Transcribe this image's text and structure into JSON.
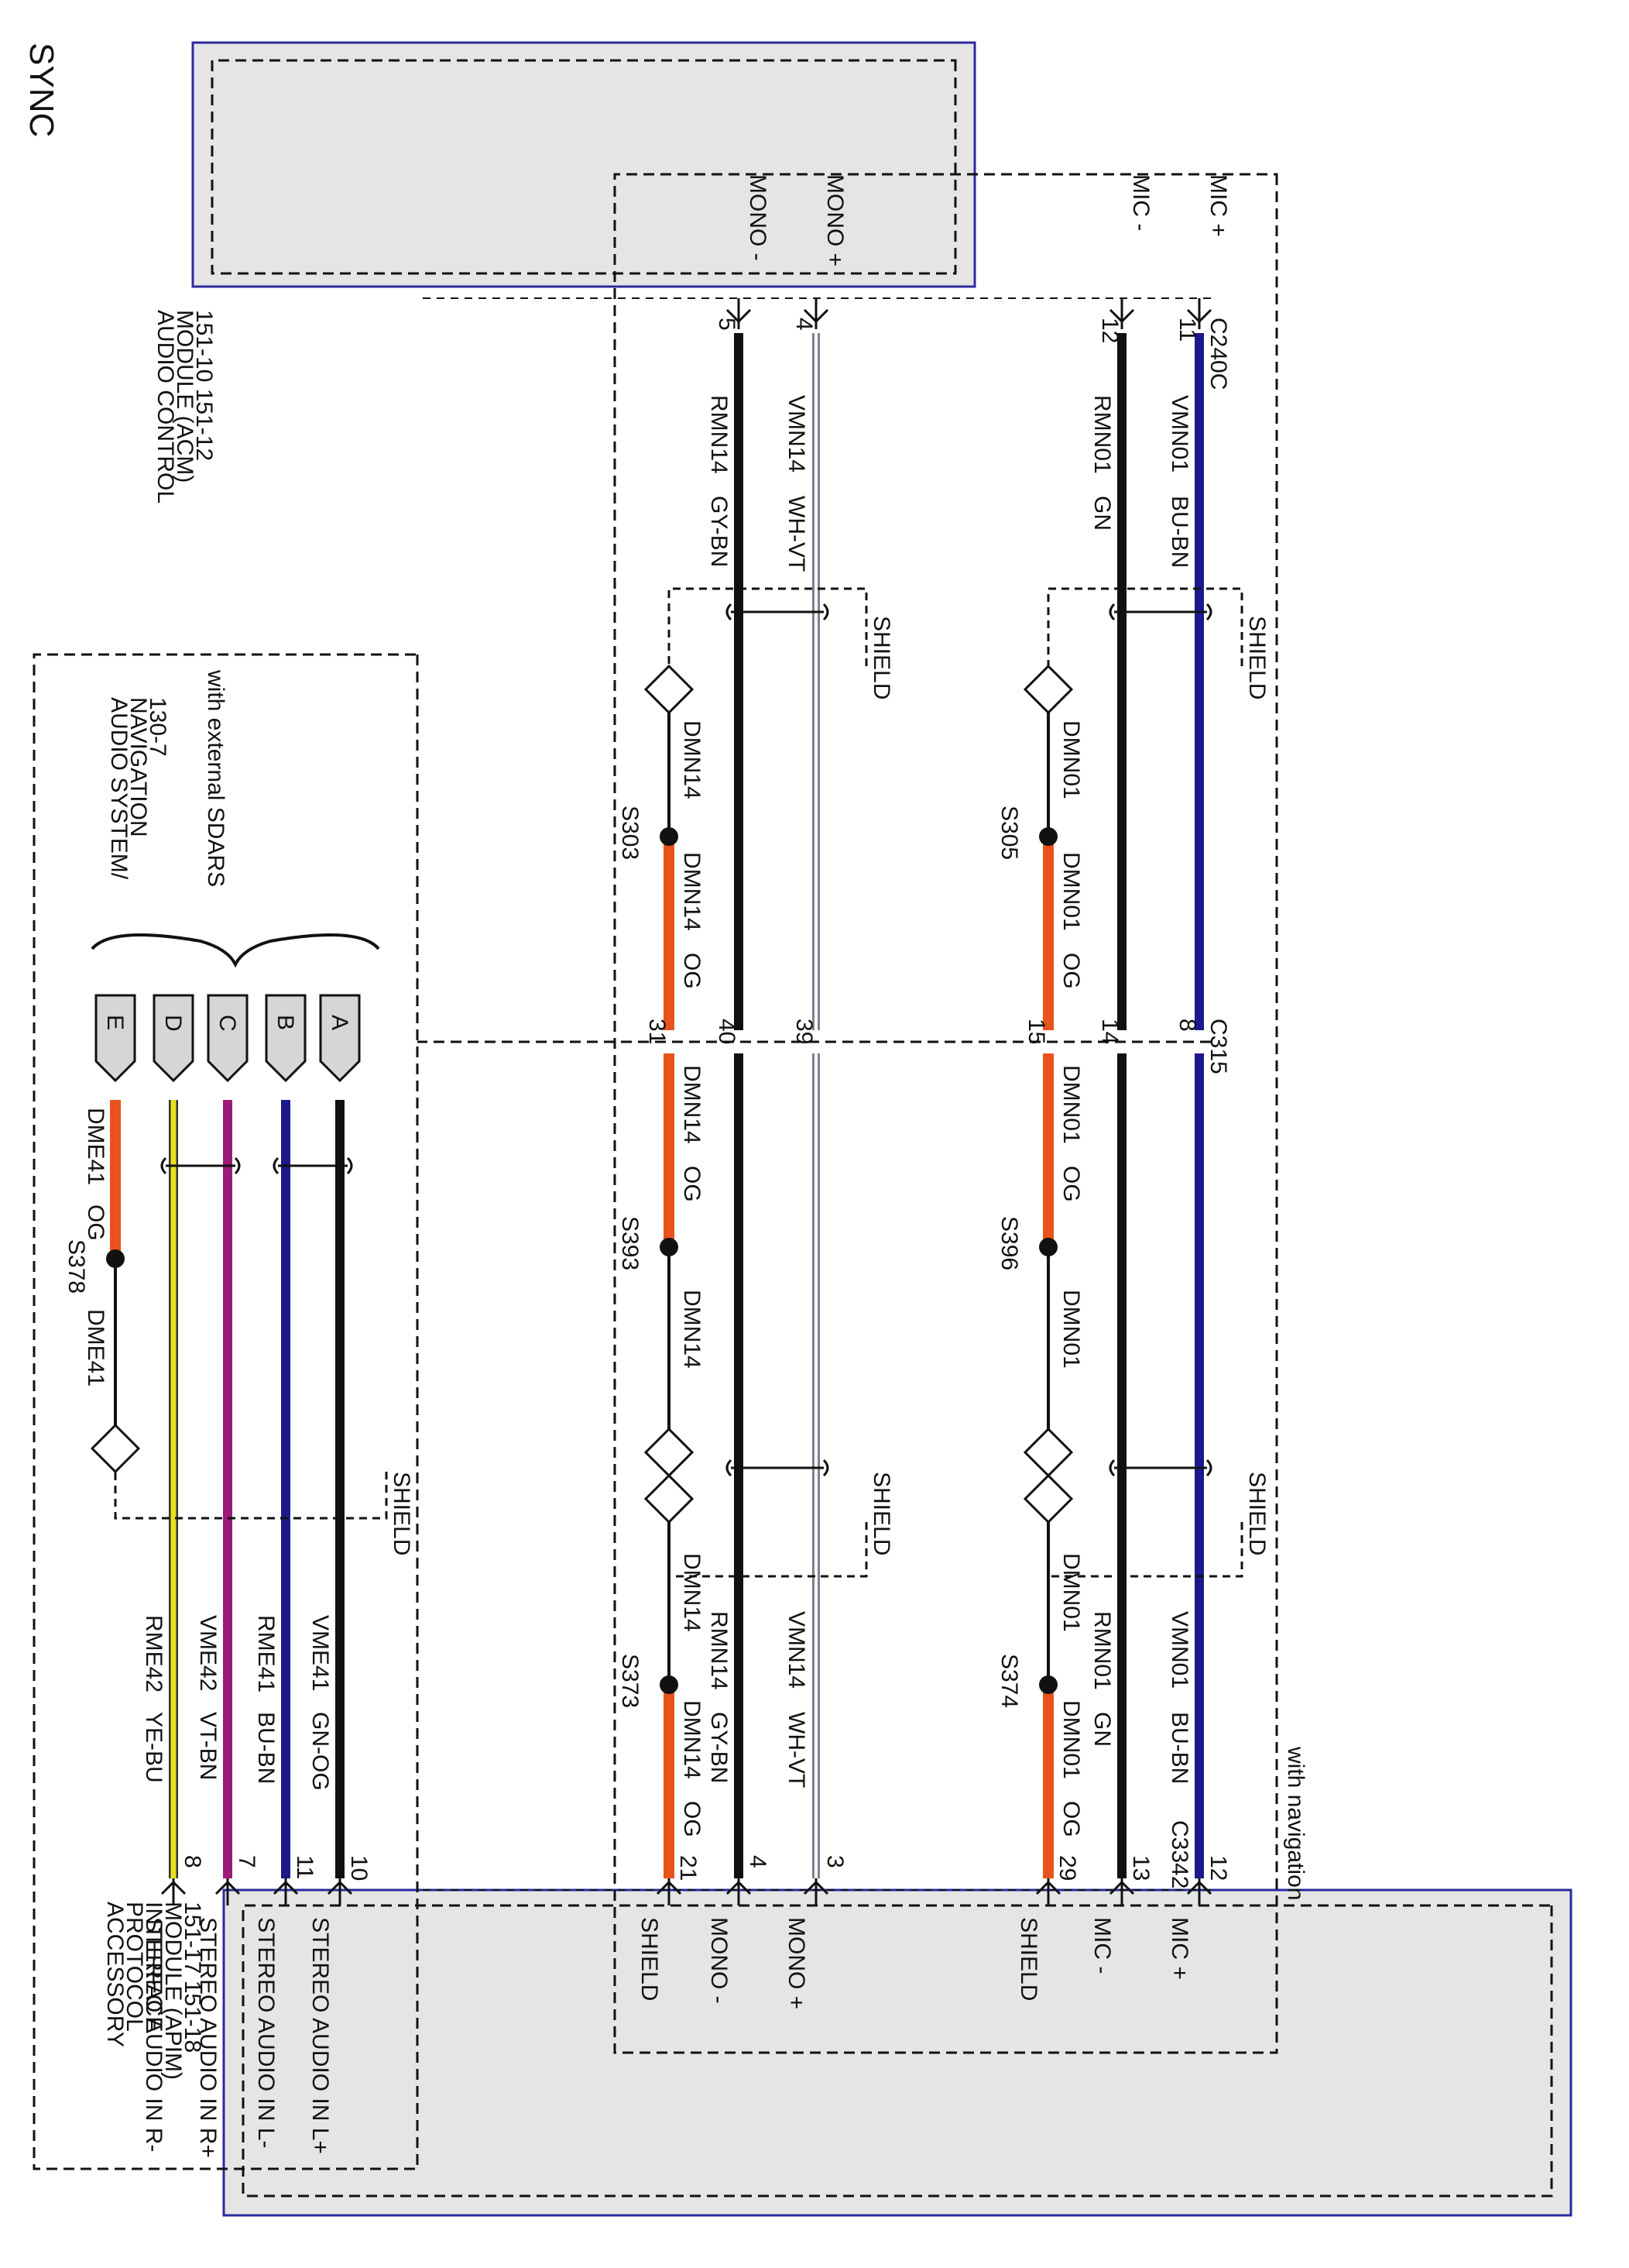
{
  "page": {
    "title": "SYNC"
  },
  "acm": {
    "name": [
      "AUDIO CONTROL",
      "MODULE (ACM)",
      "151-10     151-12"
    ],
    "connector": "C240C",
    "pins": {
      "mic_plus": "MIC +",
      "mic_minus": "MIC -",
      "mono_plus": "MONO +",
      "mono_minus": "MONO -"
    },
    "pin_numbers": {
      "mic_plus": "11",
      "mic_minus": "12",
      "mono_plus": "4",
      "mono_minus": "5"
    }
  },
  "apim": {
    "name": [
      "ACCESSORY",
      "PROTOCOL",
      "INTERFACE",
      "MODULE (APIM)",
      "151-17     151-18"
    ],
    "connector": "C3342",
    "pins": {
      "mic_plus": "MIC +",
      "mic_minus": "MIC -",
      "shield1": "SHIELD",
      "mono_plus": "MONO +",
      "mono_minus": "MONO -",
      "shield2": "SHIELD",
      "stereo_l_plus": "STEREO AUDIO IN L+",
      "stereo_l_minus": "STEREO AUDIO IN L-",
      "stereo_r_plus": "STEREO AUDIO IN R+",
      "stereo_r_minus": "STEREO AUDIO IN R-"
    },
    "pin_numbers": {
      "mic_plus": "12",
      "mic_minus": "13",
      "shield1": "29",
      "mono_plus": "3",
      "mono_minus": "4",
      "shield2": "21",
      "stereo_l_plus": "10",
      "stereo_l_minus": "11",
      "stereo_r_plus": "7",
      "stereo_r_minus": "8"
    }
  },
  "audio_system": {
    "name": [
      "AUDIO SYSTEM/",
      "NAVIGATION",
      "130-7"
    ],
    "note": "with external SDARS",
    "pins": [
      "A",
      "B",
      "C",
      "D",
      "E"
    ]
  },
  "notes": {
    "with_navigation": "with navigation",
    "shield": "SHIELD"
  },
  "inline_connector": {
    "name": "C315",
    "pins": {
      "mic_plus": "8",
      "mic_minus": "14",
      "shield1": "15",
      "mono_plus": "39",
      "mono_minus": "40",
      "shield2": "31"
    }
  },
  "wires": {
    "vmn01": {
      "circuit": "VMN01",
      "color": "BU-BN"
    },
    "rmn01": {
      "circuit": "RMN01",
      "color": "GN"
    },
    "vmn14": {
      "circuit": "VMN14",
      "color": "WH-VT"
    },
    "rmn14": {
      "circuit": "RMN14",
      "color": "GY-BN"
    },
    "dmn01": {
      "circuit": "DMN01",
      "color": "OG"
    },
    "dmn14": {
      "circuit": "DMN14",
      "color": "OG"
    },
    "vme41": {
      "circuit": "VME41",
      "color": "GN-OG"
    },
    "rme41": {
      "circuit": "RME41",
      "color": "BU-BN"
    },
    "vme42": {
      "circuit": "VME42",
      "color": "VT-BN"
    },
    "rme42": {
      "circuit": "RME42",
      "color": "YE-BU"
    },
    "dme41": {
      "circuit": "DME41",
      "color": "OG"
    }
  },
  "splices": {
    "s305": "S305",
    "s396": "S396",
    "s374": "S374",
    "s303": "S303",
    "s393": "S393",
    "s373": "S373",
    "s378": "S378"
  },
  "colors": {
    "wire_blue": "#1a1a8c",
    "wire_black": "#111111",
    "wire_orange": "#e8531c",
    "wire_magenta": "#9c1a78",
    "wire_yellow": "#e8e21c",
    "module_fill": "#e5e5e5",
    "module_border": "#2a2aa0"
  }
}
